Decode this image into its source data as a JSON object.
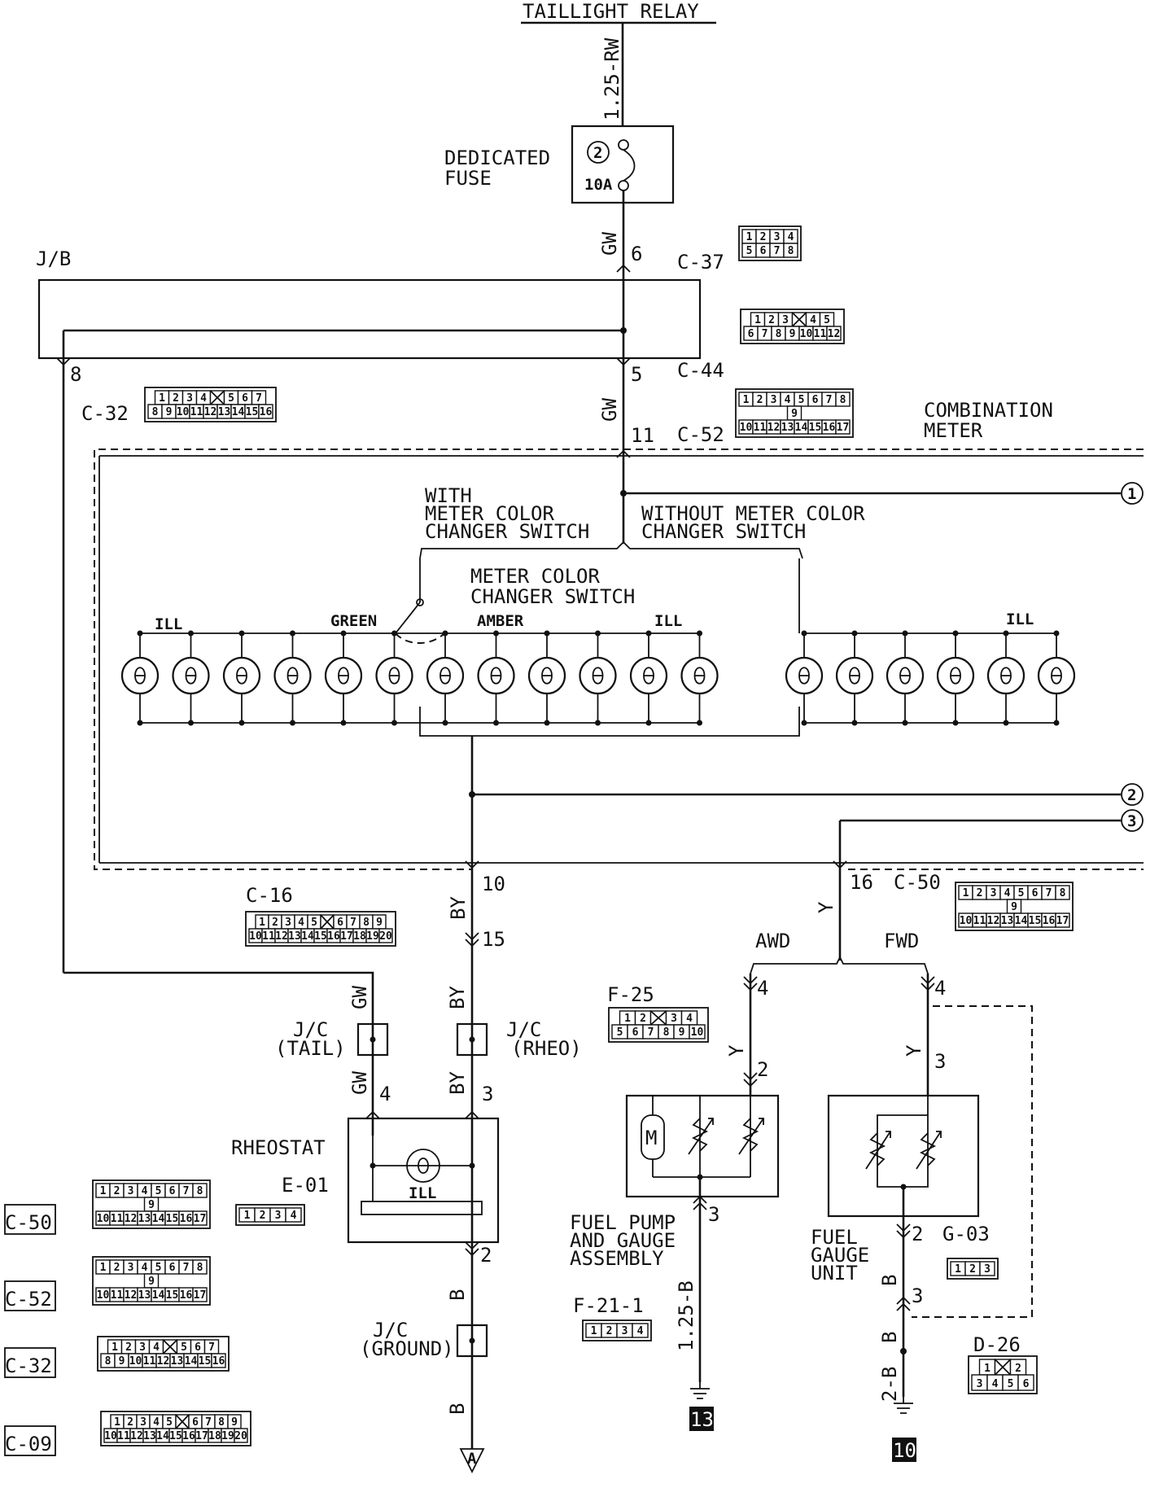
{
  "labels": {
    "taillight_relay": "TAILLIGHT RELAY",
    "wire_top": "1.25-RW",
    "fuse_title_1": "DEDICATED",
    "fuse_title_2": "FUSE",
    "fuse_num": "2",
    "fuse_amp": "10A",
    "jb": "J/B",
    "c37": "C-37",
    "c44": "C-44",
    "c32": "C-32",
    "c52": "C-52",
    "c16": "C-16",
    "c50": "C-50",
    "f25": "F-25",
    "e01": "E-01",
    "f21": "F-21-1",
    "g03": "G-03",
    "d26": "D-26",
    "combination_1": "COMBINATION",
    "combination_2": "METER",
    "with_1": "WITH",
    "with_2": "METER COLOR",
    "with_3": "CHANGER SWITCH",
    "without_1": "WITHOUT METER COLOR",
    "without_2": "CHANGER SWITCH",
    "mccs_1": "METER COLOR",
    "mccs_2": "CHANGER SWITCH",
    "ill_left": "ILL",
    "green": "GREEN",
    "amber": "AMBER",
    "ill_mid": "ILL",
    "ill_right": "ILL",
    "awd": "AWD",
    "fwd": "FWD",
    "jc_tail_1": "J/C",
    "jc_tail_2": "(TAIL)",
    "jc_rheo_1": "J/C",
    "jc_rheo_2": "(RHEO)",
    "rheostat": "RHEOSTAT",
    "ill_rheo": "ILL",
    "jc_ground_1": "J/C",
    "jc_ground_2": "(GROUND)",
    "fuel_pump_1": "FUEL PUMP",
    "fuel_pump_2": "AND GAUGE",
    "fuel_pump_3": "ASSEMBLY",
    "fuel_gauge_1": "FUEL",
    "fuel_gauge_2": "GAUGE",
    "fuel_gauge_3": "UNIT",
    "motor": "M",
    "gw": "GW",
    "by": "BY",
    "y": "Y",
    "b": "B",
    "w125b": "1.25-B",
    "w2b": "2-B",
    "ground_a": "A",
    "ground_13": "13",
    "ground_10": "10",
    "ref1": "1",
    "ref2": "2",
    "ref3": "3",
    "leg_c50": "C-50",
    "leg_c52": "C-52",
    "leg_c32": "C-32",
    "leg_c09": "C-09"
  },
  "pins": {
    "p6": "6",
    "p5": "5",
    "p8": "8",
    "p11": "11",
    "p10": "10",
    "p16": "16",
    "p15": "15",
    "p4a": "4",
    "p4b": "4",
    "p2a": "2",
    "p3a": "3",
    "p4c": "4",
    "p3b": "3",
    "p2b": "2",
    "p3c": "3",
    "p2c": "2",
    "p3d": "3"
  },
  "connectors": {
    "c37": {
      "rows": [
        [
          "1",
          "2",
          "3",
          "4"
        ],
        [
          "5",
          "6",
          "7",
          "8"
        ]
      ]
    },
    "c44": {
      "rows": [
        [
          "1",
          "2",
          "3",
          "X",
          "4",
          "5"
        ],
        [
          "6",
          "7",
          "8",
          "9",
          "10",
          "11",
          "12"
        ]
      ]
    },
    "c32": {
      "rows": [
        [
          "1",
          "2",
          "3",
          "4",
          "X",
          "5",
          "6",
          "7"
        ],
        [
          "8",
          "9",
          "10",
          "11",
          "12",
          "13",
          "14",
          "15",
          "16"
        ]
      ]
    },
    "c52": {
      "rows": [
        [
          "1",
          "2",
          "3",
          "4",
          "5",
          "6",
          "7",
          "8"
        ],
        [
          "9"
        ],
        [
          "10",
          "11",
          "12",
          "13",
          "14",
          "15",
          "16",
          "17"
        ]
      ]
    },
    "c16": {
      "rows": [
        [
          "1",
          "2",
          "3",
          "4",
          "5",
          "X",
          "6",
          "7",
          "8",
          "9"
        ],
        [
          "10",
          "11",
          "12",
          "13",
          "14",
          "15",
          "16",
          "17",
          "18",
          "19",
          "20"
        ]
      ]
    },
    "c50": {
      "rows": [
        [
          "1",
          "2",
          "3",
          "4",
          "5",
          "6",
          "7",
          "8"
        ],
        [
          "9"
        ],
        [
          "10",
          "11",
          "12",
          "13",
          "14",
          "15",
          "16",
          "17"
        ]
      ]
    },
    "f25": {
      "rows": [
        [
          "1",
          "2",
          "X",
          "3",
          "4"
        ],
        [
          "5",
          "6",
          "7",
          "8",
          "9",
          "10"
        ]
      ]
    },
    "e01": {
      "rows": [
        [
          "1",
          "2",
          "3",
          "4"
        ]
      ]
    },
    "f21": {
      "rows": [
        [
          "1",
          "2",
          "3",
          "4"
        ]
      ]
    },
    "g03": {
      "rows": [
        [
          "1",
          "2",
          "3"
        ]
      ]
    },
    "d26": {
      "rows": [
        [
          "1",
          "X",
          "2"
        ],
        [
          "3",
          "4",
          "5",
          "6"
        ]
      ]
    },
    "leg_c50": {
      "rows": [
        [
          "1",
          "2",
          "3",
          "4",
          "5",
          "6",
          "7",
          "8"
        ],
        [
          "9"
        ],
        [
          "10",
          "11",
          "12",
          "13",
          "14",
          "15",
          "16",
          "17"
        ]
      ]
    },
    "leg_c52": {
      "rows": [
        [
          "1",
          "2",
          "3",
          "4",
          "5",
          "6",
          "7",
          "8"
        ],
        [
          "9"
        ],
        [
          "10",
          "11",
          "12",
          "13",
          "14",
          "15",
          "16",
          "17"
        ]
      ]
    },
    "leg_c32": {
      "rows": [
        [
          "1",
          "2",
          "3",
          "4",
          "X",
          "5",
          "6",
          "7"
        ],
        [
          "8",
          "9",
          "10",
          "11",
          "12",
          "13",
          "14",
          "15",
          "16"
        ]
      ]
    },
    "leg_c09": {
      "rows": [
        [
          "1",
          "2",
          "3",
          "4",
          "5",
          "X",
          "6",
          "7",
          "8",
          "9"
        ],
        [
          "10",
          "11",
          "12",
          "13",
          "14",
          "15",
          "16",
          "17",
          "18",
          "19",
          "20"
        ]
      ]
    }
  }
}
